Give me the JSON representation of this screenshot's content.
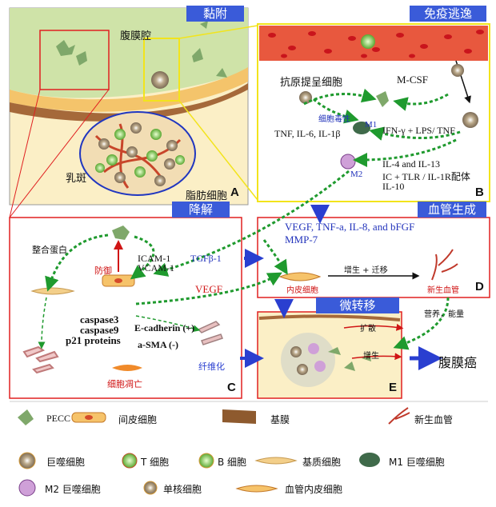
{
  "headers": {
    "adhesion": "黏附",
    "immune_escape": "免疫逃逸",
    "degradation": "降解",
    "angiogenesis": "血管生成",
    "micrometastasis": "微转移"
  },
  "panel_letters": [
    "A",
    "B",
    "C",
    "D",
    "E"
  ],
  "panel_a": {
    "cavity": "腹膜腔",
    "milky_spot": "乳斑",
    "adipocyte": "脂肪细胞"
  },
  "panel_b": {
    "apc": "抗原提呈细胞",
    "mcsf": "M-CSF",
    "cytotox": "细胞毒性",
    "m1": "M1",
    "ifn": "IFN-γ + LPS/ TNF",
    "tnf": "TNF, IL-6, IL-1β",
    "il4": "IL-4 and IL-13",
    "ic": "IC + TLR / IL-1R配体",
    "il10": "IL-10",
    "m2": "M2"
  },
  "panel_c": {
    "integrin": "整合蛋白",
    "defense": "防御",
    "icam": "ICAM-1",
    "vcam": "VCAM-1",
    "caspase3": "caspase3",
    "caspase9": "caspase9",
    "p21": "p21 proteins",
    "ecad": "E-cadherin (+)",
    "asma": "a-SMA (-)",
    "fibrosis": "纤维化",
    "apoptosis": "细胞凋亡"
  },
  "center": {
    "tgf": "TGFβ-1",
    "vegf": "VEGF"
  },
  "panel_d": {
    "factors1": "VEGF, TNF-a, IL-8, and bFGF",
    "factors2": "MMP-7",
    "endo": "内皮细胞",
    "prolif": "增生 + 迁移",
    "newvessel": "新生血管"
  },
  "panel_e": {
    "spread": "扩散",
    "prolif": "增生",
    "nutrition": "营养，能量",
    "cancer": "腹膜癌"
  },
  "legend": {
    "pecc": "PECC",
    "mesothelial": "间皮细胞",
    "basement": "基膜",
    "newvessel": "新生血管",
    "macrophage": "巨噬细胞",
    "tcell": "T 细胞",
    "bcell": "B 细胞",
    "stromal": "基质细胞",
    "m1mac": "M1 巨噬细胞",
    "m2mac": "M2 巨噬细胞",
    "monocyte": "单核细胞",
    "vascular_endo": "血管内皮细胞"
  },
  "colors": {
    "header": "#3a5bd9",
    "panel_border": "#e02020",
    "highlight": "#f2e41c",
    "arrow_green": "#1f9a2e"
  }
}
